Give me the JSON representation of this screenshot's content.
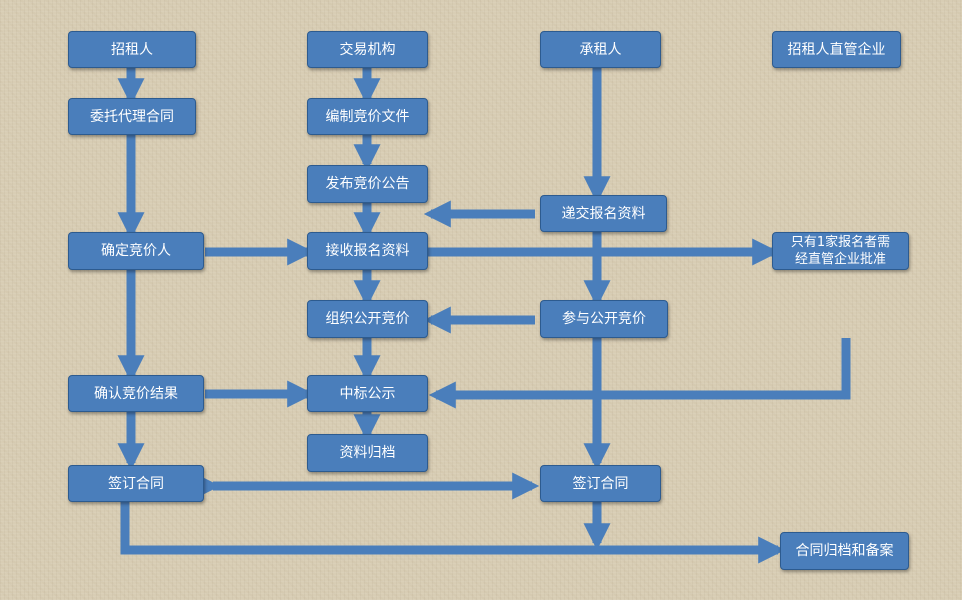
{
  "colors": {
    "box": "#4a7ebb",
    "arrow": "#4a7ebb",
    "text": "#ffffff"
  },
  "nodes": {
    "lessor": "招租人",
    "exchange": "交易机构",
    "lessee": "承租人",
    "supervisor": "招租人直管企业",
    "entrust_contract": "委托代理合同",
    "prepare_docs": "编制竞价文件",
    "publish_notice": "发布竞价公告",
    "submit_registration": "递交报名资料",
    "determine_bidder": "确定竞价人",
    "receive_registration": "接收报名资料",
    "single_registrant": "只有1家报名者需\n经直管企业批准",
    "organize_bidding": "组织公开竞价",
    "join_bidding": "参与公开竞价",
    "confirm_result": "确认竞价结果",
    "award_notice": "中标公示",
    "archive_docs": "资料归档",
    "sign_contract_lessor": "签订合同",
    "sign_contract_lessee": "签订合同",
    "archive_contract": "合同归档和备案"
  }
}
